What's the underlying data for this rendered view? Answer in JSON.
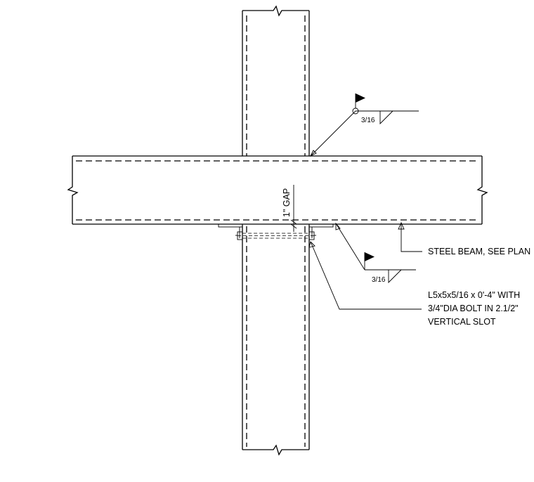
{
  "callouts": {
    "gap": "1\" GAP",
    "weld_top": "3/16",
    "weld_bottom": "3/16",
    "beam_note": "STEEL BEAM, SEE PLAN",
    "angle_note_line1": "L5x5x5/16 x 0'-4\" WITH",
    "angle_note_line2": "3/4\"DIA BOLT IN 2.1/2\"",
    "angle_note_line3": "VERTICAL SLOT"
  },
  "icons": {
    "weld_flag": "field-weld-flag-icon",
    "weld_all_around": "weld-all-around-icon",
    "break_line": "break-line-icon"
  },
  "colors": {
    "line": "#000000",
    "background": "#ffffff"
  }
}
